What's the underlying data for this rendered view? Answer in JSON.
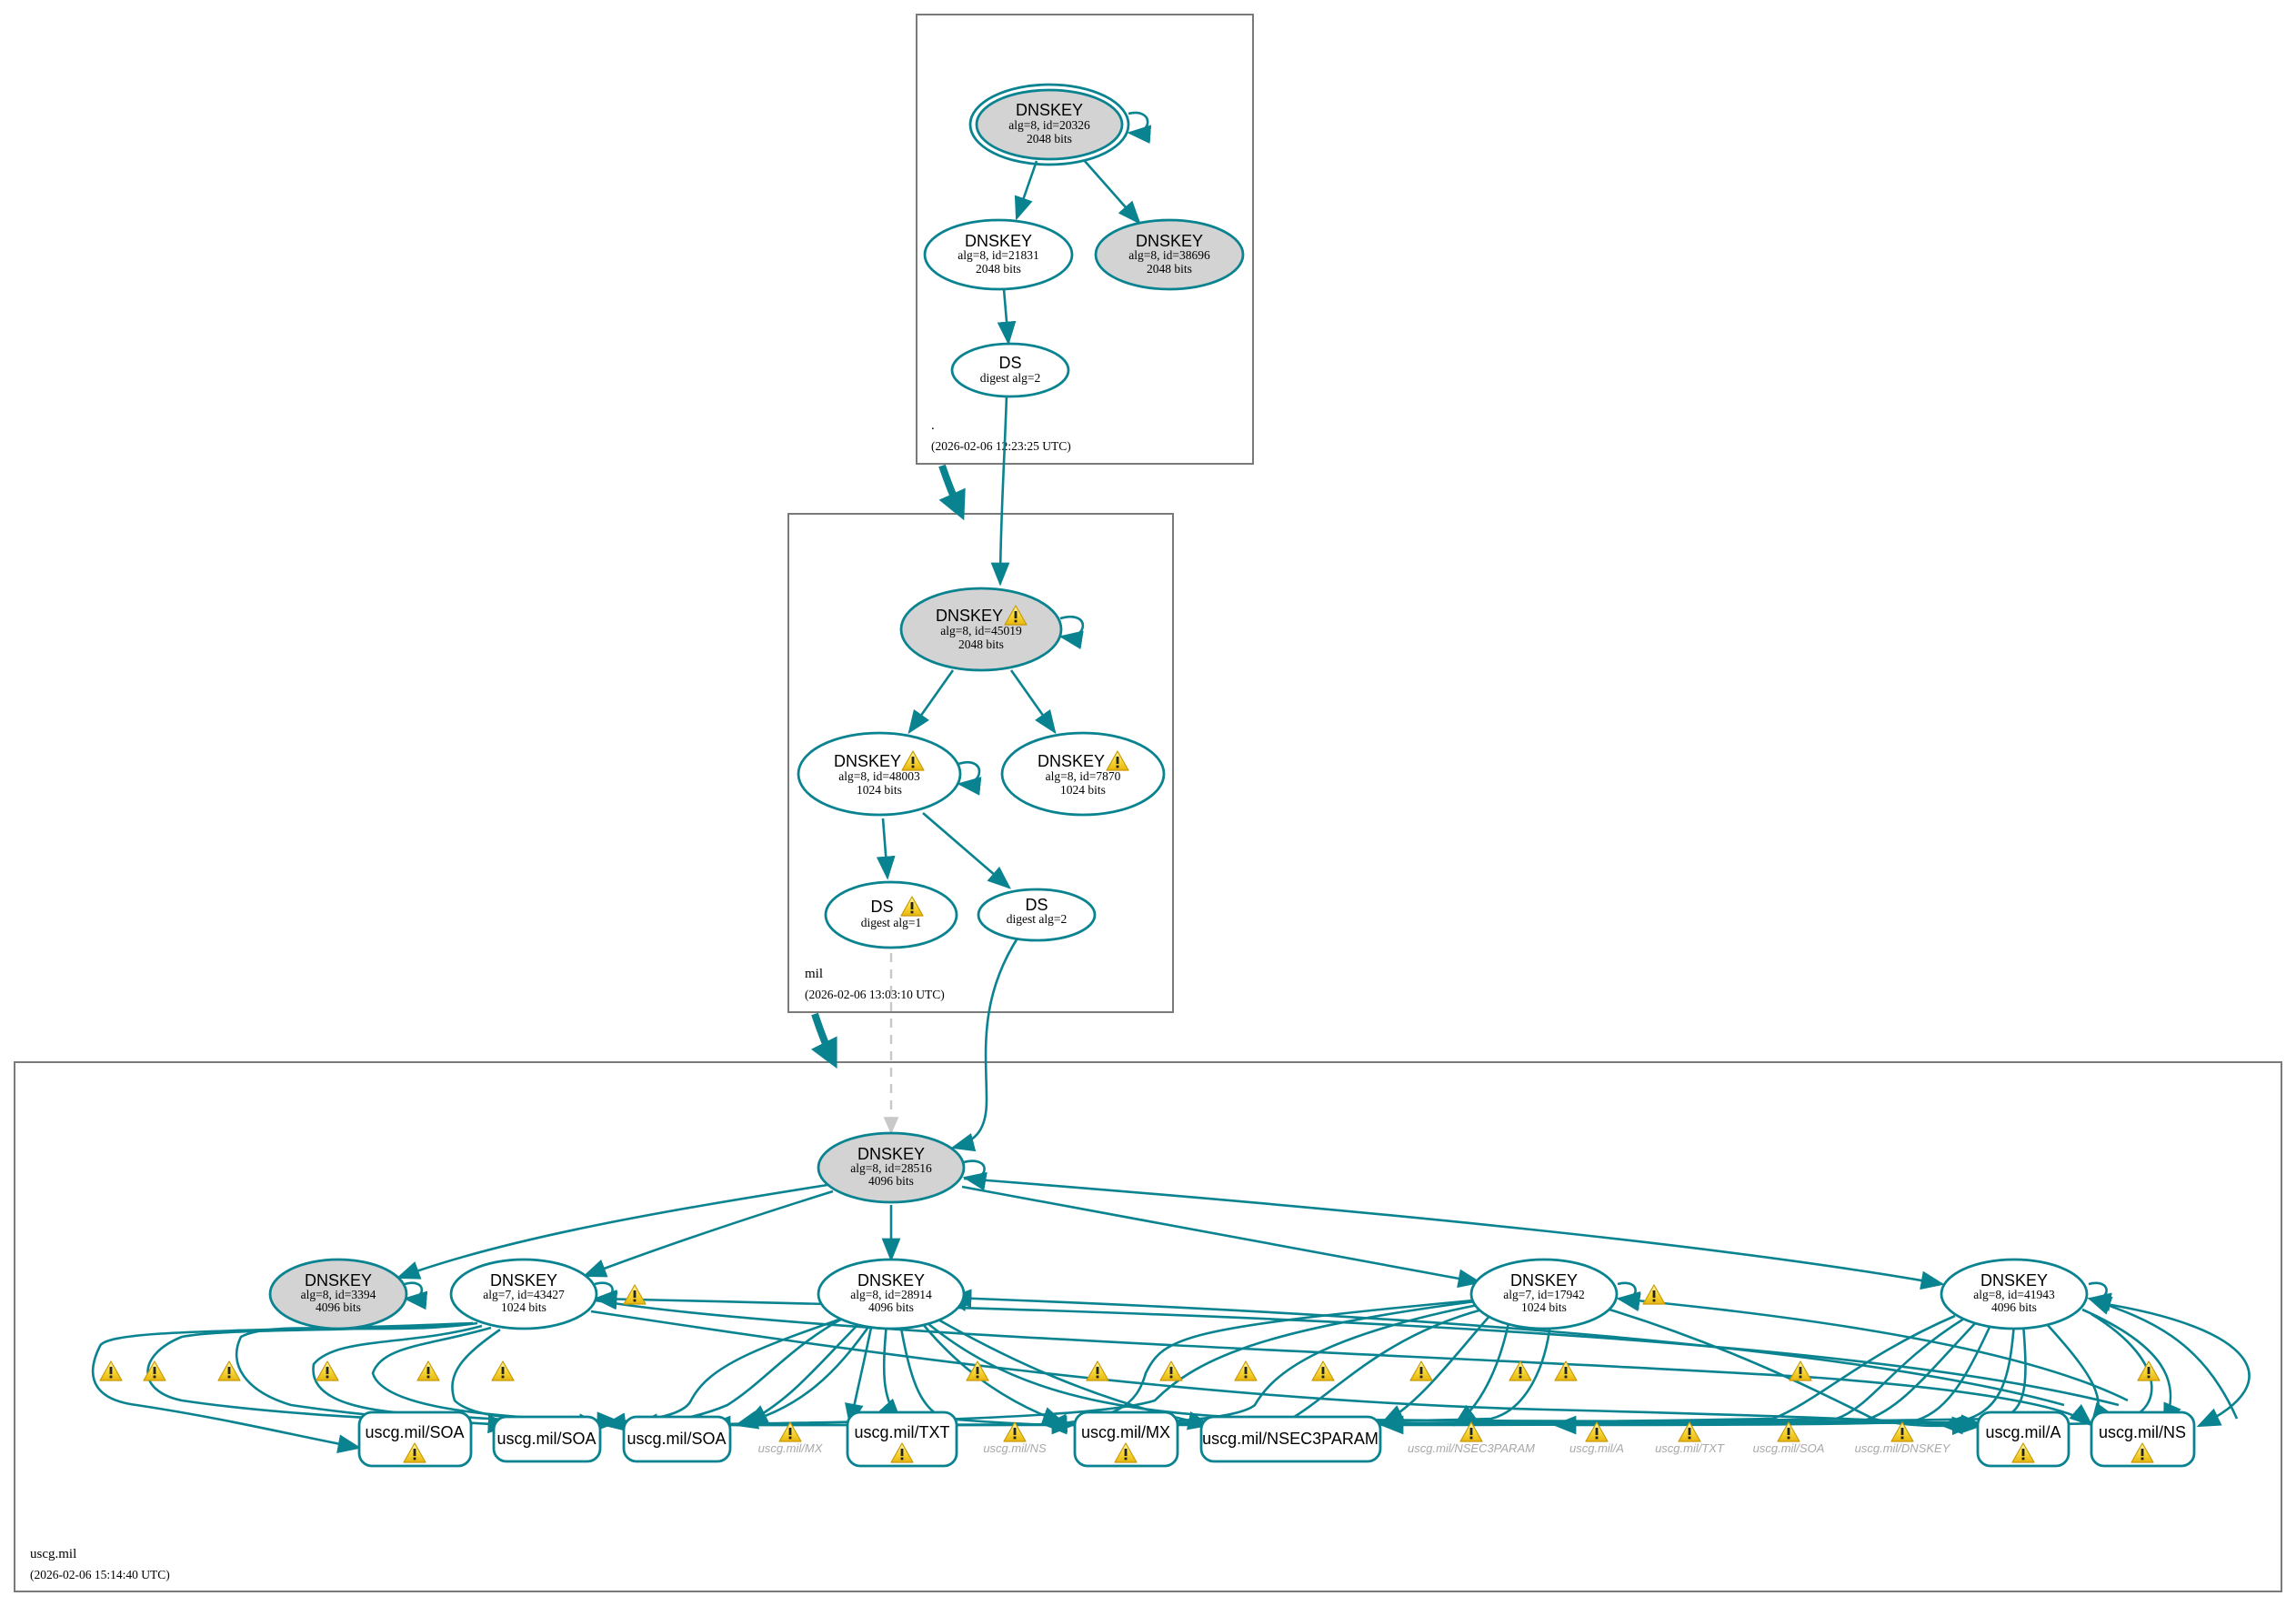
{
  "colors": {
    "edge": "#0a8391",
    "ksk_fill": "#d3d3d3",
    "zsk_fill": "#ffffff",
    "zone_border": "#7a7a7a",
    "warning_fill": "#f2c81c",
    "ghost_text": "#a8a8a8",
    "dashed_edge": "#c8c8c8"
  },
  "zones": [
    {
      "id": "root",
      "name": ".",
      "timestamp": "(2026-02-06 12:23:25 UTC)"
    },
    {
      "id": "mil",
      "name": "mil",
      "timestamp": "(2026-02-06 13:03:10 UTC)"
    },
    {
      "id": "uscg",
      "name": "uscg.mil",
      "timestamp": "(2026-02-06 15:14:40 UTC)"
    }
  ],
  "nodes": {
    "root_ksk": {
      "title": "DNSKEY",
      "line1": "alg=8, id=20326",
      "line2": "2048 bits",
      "fill": "ksk",
      "trust_anchor": true,
      "warning": false
    },
    "root_zsk": {
      "title": "DNSKEY",
      "line1": "alg=8, id=21831",
      "line2": "2048 bits",
      "fill": "zsk",
      "warning": false
    },
    "root_ksk2": {
      "title": "DNSKEY",
      "line1": "alg=8, id=38696",
      "line2": "2048 bits",
      "fill": "ksk",
      "warning": false
    },
    "root_ds": {
      "title": "DS",
      "line1": "digest alg=2",
      "warning": false
    },
    "mil_ksk": {
      "title": "DNSKEY",
      "line1": "alg=8, id=45019",
      "line2": "2048 bits",
      "fill": "ksk",
      "warning": true
    },
    "mil_zsk1": {
      "title": "DNSKEY",
      "line1": "alg=8, id=48003",
      "line2": "1024 bits",
      "fill": "zsk",
      "warning": true
    },
    "mil_zsk2": {
      "title": "DNSKEY",
      "line1": "alg=8, id=7870",
      "line2": "1024 bits",
      "fill": "zsk",
      "warning": true
    },
    "mil_ds1": {
      "title": "DS",
      "line1": "digest alg=1",
      "warning": true
    },
    "mil_ds2": {
      "title": "DS",
      "line1": "digest alg=2",
      "warning": false
    },
    "uscg_ksk": {
      "title": "DNSKEY",
      "line1": "alg=8, id=28516",
      "line2": "4096 bits",
      "fill": "ksk",
      "warning": false
    },
    "uscg_k3394": {
      "title": "DNSKEY",
      "line1": "alg=8, id=3394",
      "line2": "4096 bits",
      "fill": "ksk",
      "warning": false
    },
    "uscg_k43427": {
      "title": "DNSKEY",
      "line1": "alg=7, id=43427",
      "line2": "1024 bits",
      "fill": "zsk",
      "warning": false,
      "edge_warning": true
    },
    "uscg_k28914": {
      "title": "DNSKEY",
      "line1": "alg=8, id=28914",
      "line2": "4096 bits",
      "fill": "zsk",
      "warning": false
    },
    "uscg_k17942": {
      "title": "DNSKEY",
      "line1": "alg=7, id=17942",
      "line2": "1024 bits",
      "fill": "zsk",
      "warning": false,
      "edge_warning": true
    },
    "uscg_k41943": {
      "title": "DNSKEY",
      "line1": "alg=8, id=41943",
      "line2": "4096 bits",
      "fill": "zsk",
      "warning": false
    }
  },
  "rrsets": [
    {
      "label": "uscg.mil/SOA",
      "warning": true
    },
    {
      "label": "uscg.mil/SOA",
      "warning": false
    },
    {
      "label": "uscg.mil/SOA",
      "warning": false
    },
    {
      "label": "uscg.mil/TXT",
      "warning": true
    },
    {
      "label": "uscg.mil/MX",
      "warning": true
    },
    {
      "label": "uscg.mil/NSEC3PARAM",
      "warning": false
    },
    {
      "label": "uscg.mil/A",
      "warning": true
    },
    {
      "label": "uscg.mil/NS",
      "warning": true
    }
  ],
  "ghost_rrsets": [
    {
      "label": "uscg.mil/MX"
    },
    {
      "label": "uscg.mil/NS"
    },
    {
      "label": "uscg.mil/NSEC3PARAM"
    },
    {
      "label": "uscg.mil/A"
    },
    {
      "label": "uscg.mil/TXT"
    },
    {
      "label": "uscg.mil/SOA"
    },
    {
      "label": "uscg.mil/DNSKEY"
    }
  ],
  "warning_icon": {
    "name": "warning-icon",
    "glyph": "!"
  }
}
